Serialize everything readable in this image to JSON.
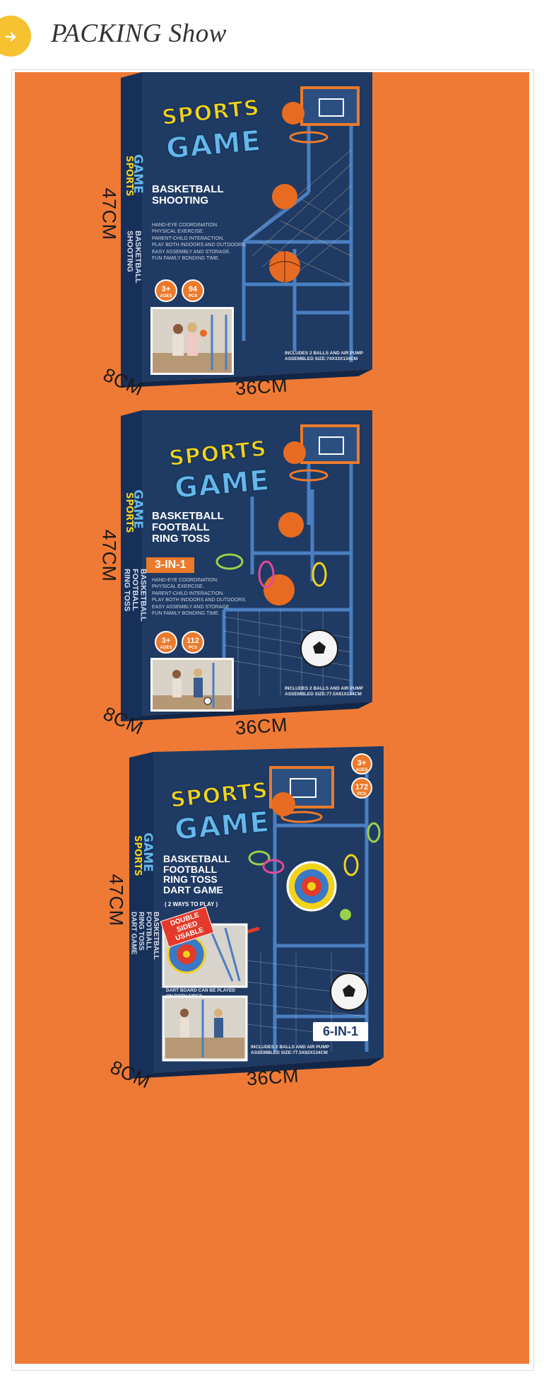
{
  "header": {
    "title": "PACKING  Show",
    "icon": "arrow-right-icon",
    "badge_color": "#f6c231"
  },
  "colors": {
    "background": "#ef7a35",
    "box_navy": "#1f3a63",
    "accent_orange": "#ec7a2b",
    "frame_blue": "#4a7fc1"
  },
  "boxes": [
    {
      "sports": "SPORTS",
      "game": "GAME",
      "lines": [
        "BASKETBALL",
        "SHOOTING"
      ],
      "side_lines": [
        "BASKETBALL",
        "SHOOTING"
      ],
      "features": [
        "HAND-EYE COORDINATION.",
        "PHYSICAL EXERCISE.",
        "PARENT-CHILD INTERACTION.",
        "PLAY BOTH INDOORS AND OUTDOORS.",
        "EASY ASSEMBLY AND STORAGE.",
        "FUN FAMILY BONDING TIME."
      ],
      "age": "3+",
      "age_unit": "AGES",
      "pcs": "94",
      "pcs_unit": "PCS",
      "note_1": "INCLUDES 2 BALLS AND AIR PUMP",
      "note_2": "ASSEMBLED SIZE:74X33X134CM",
      "height": "47CM",
      "depth": "8CM",
      "width": "36CM"
    },
    {
      "sports": "SPORTS",
      "game": "GAME",
      "lines": [
        "BASKETBALL",
        "FOOTBALL",
        "RING TOSS"
      ],
      "side_lines": [
        "BASKETBALL",
        "FOOTBALL",
        "RING TOSS"
      ],
      "in1": "3-IN-1",
      "features": [
        "HAND-EYE COORDINATION.",
        "PHYSICAL EXERCISE.",
        "PARENT-CHILD INTERACTION.",
        "PLAY BOTH INDOORS AND OUTDOORS.",
        "EASY ASSEMBLY AND STORAGE.",
        "FUN FAMILY BONDING TIME."
      ],
      "age": "3+",
      "age_unit": "AGES",
      "pcs": "112",
      "pcs_unit": "PCS",
      "note_1": "INCLUDES 2 BALLS AND AIR PUMP",
      "note_2": "ASSEMBLED SIZE:77.5X81X134CM",
      "height": "47CM",
      "depth": "8CM",
      "width": "36CM"
    },
    {
      "sports": "SPORTS",
      "game": "GAME",
      "lines": [
        "BASKETBALL",
        "FOOTBALL",
        "RING TOSS",
        "DART GAME"
      ],
      "side_lines": [
        "BASKETBALL",
        "FOOTBALL",
        "RING TOSS",
        "DART GAME"
      ],
      "ways": "( 2 WAYS TO PLAY )",
      "double_sided": "DOUBLE SIDED USABLE",
      "dart_note_1": "DART BOARD CAN BE PLAYED",
      "dart_note_2": "ON BOTH SIDES",
      "in1": "6-IN-1",
      "age": "3+",
      "age_unit": "AGES",
      "pcs": "172",
      "pcs_unit": "PCS",
      "note_1": "INCLUDES 2 BALLS AND AIR PUMP",
      "note_2": "ASSEMBLED SIZE:77.5X82X134CM",
      "height": "47CM",
      "depth": "8CM",
      "width": "36CM"
    }
  ]
}
